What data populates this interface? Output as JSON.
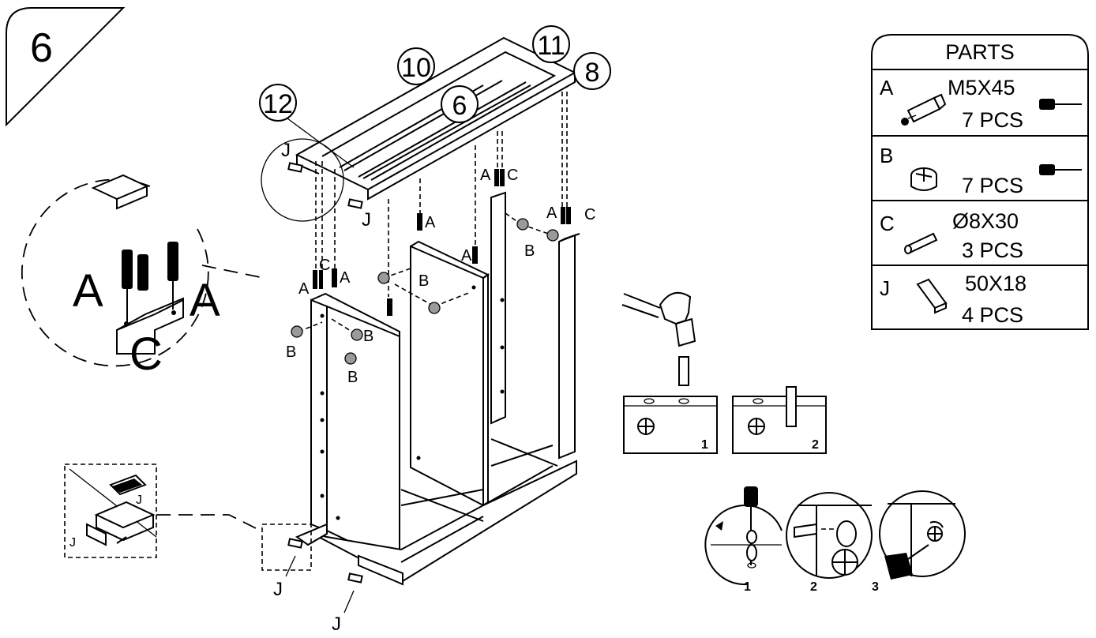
{
  "step": {
    "number": "6"
  },
  "callouts": {
    "c10": "10",
    "c11": "11",
    "c8": "8",
    "c12": "12",
    "c6": "6"
  },
  "labels": {
    "A": "A",
    "B": "B",
    "C": "C",
    "J": "J"
  },
  "detail": {
    "bigA": "A",
    "bigC": "C"
  },
  "parts": {
    "title": "PARTS",
    "rows": [
      {
        "letter": "A",
        "spec": "M5X45",
        "qty": "7 PCS"
      },
      {
        "letter": "B",
        "spec": "",
        "qty": "7 PCS"
      },
      {
        "letter": "C",
        "spec": "Ø8X30",
        "qty": "3 PCS"
      },
      {
        "letter": "J",
        "spec": "50X18",
        "qty": "4 PCS"
      }
    ]
  },
  "steps": {
    "s1": "1",
    "s2": "2",
    "s3": "3"
  }
}
